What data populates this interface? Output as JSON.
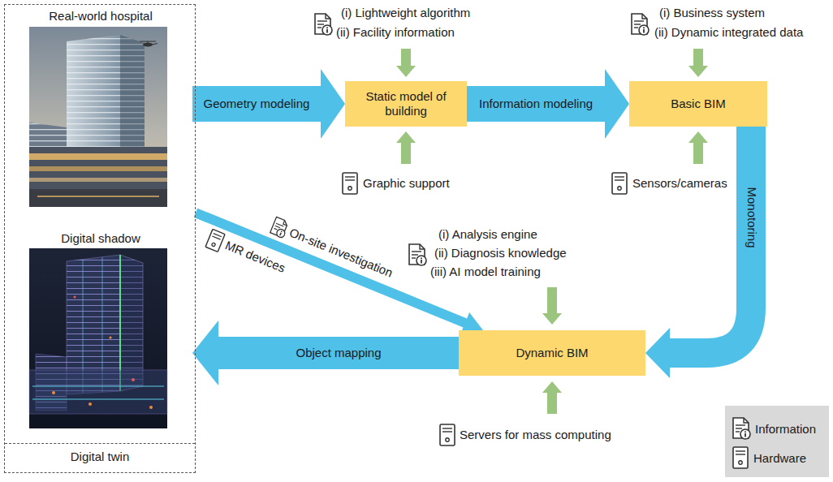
{
  "diagram": {
    "nodes": [
      {
        "text": [
          "Digital twin"
        ]
      },
      {
        "text": [
          "Real-world hospital"
        ],
        "in": 0
      },
      {
        "text": [
          "Digital shadow"
        ],
        "in": 0
      },
      {
        "text": [
          "Static model of building"
        ]
      },
      {
        "text": [
          "Basic BIM"
        ]
      },
      {
        "text": [
          "Dynamic BIM"
        ]
      }
    ],
    "edges": [
      {
        "from": 1,
        "to": 3,
        "label": "Geometry modeling",
        "arrow": "to"
      },
      {
        "from": 3,
        "to": 4,
        "label": "Information modeling",
        "arrow": "to"
      },
      {
        "from": 4,
        "to": 5,
        "label": "Monotoring",
        "arrow": "to"
      },
      {
        "from": 5,
        "to": 2,
        "label": "Object mapping",
        "arrow": "to"
      },
      {
        "from": 0,
        "to": 5,
        "label": "On-site investigation",
        "arrow": "to"
      }
    ],
    "labels": [
      "(i) Lightweight algorithm",
      "(ii) Facility information",
      "Graphic support",
      "(i) Business system",
      "(ii) Dynamic integrated data",
      "Sensors/cameras",
      "MR devices",
      "(i) Analysis engine",
      "(ii) Diagnosis knowledge",
      "(iii) AI model training",
      "Servers for mass computing"
    ],
    "legend": [
      {
        "text": "Information"
      },
      {
        "text": "Hardware"
      }
    ]
  }
}
